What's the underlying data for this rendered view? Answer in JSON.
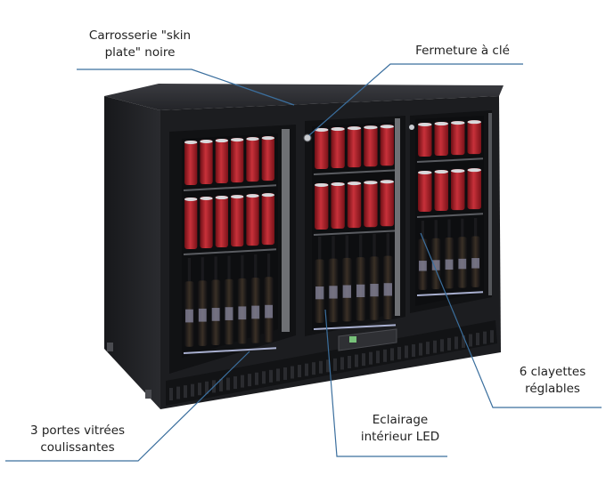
{
  "colors": {
    "leader_line": "#3b6f9e",
    "cabinet": "#1f2023",
    "cabinet_top": "#2c2d31",
    "frame": "#111214",
    "can_red": "#b3202a",
    "glass": "#0d0e10",
    "led": "#cfd8ff"
  },
  "callouts": {
    "body": {
      "line1": "Carrosserie \"skin",
      "line2": "plate\" noire"
    },
    "lock": {
      "line1": "Fermeture à clé"
    },
    "shelves": {
      "line1": "6 clayettes",
      "line2": "réglables"
    },
    "lighting": {
      "line1": "Eclairage",
      "line2": "intérieur LED"
    },
    "doors": {
      "line1": "3 portes vitrées",
      "line2": "coulissantes"
    }
  }
}
